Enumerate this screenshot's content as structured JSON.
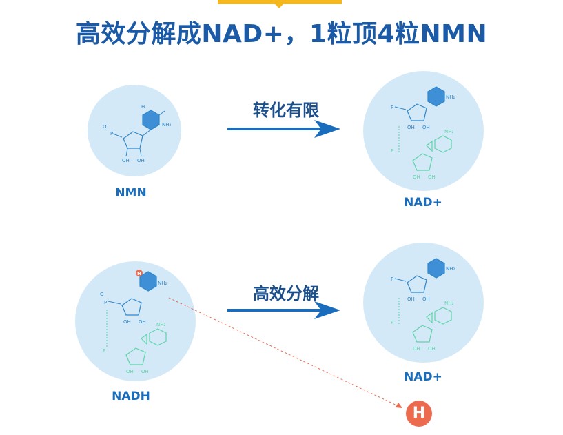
{
  "header": {
    "title": "高效分解成NAD+，1粒顶4粒NMN"
  },
  "molecules": {
    "nmn": {
      "caption": "NMN"
    },
    "nad_top": {
      "caption": "NAD+"
    },
    "nadh": {
      "caption": "NADH"
    },
    "nad_bottom": {
      "caption": "NAD+"
    }
  },
  "arrows": {
    "top_label": "转化有限",
    "bottom_label": "高效分解"
  },
  "hydrogen_badge": "H",
  "structure_labels": {
    "amide": "NH₂",
    "hydroxyl": "OH",
    "oxygen": "O",
    "phosphorus": "P",
    "hydrogen": "H"
  },
  "colors": {
    "title": "#1a5aa6",
    "caption": "#1a6dbc",
    "arrow": "#1a6dbc",
    "circle": "#d3e9f8",
    "molecule_blue": "#2f86c9",
    "molecule_green": "#5fd4a8",
    "hydrogen": "#ec6b4e",
    "accent_tab": "#f5b81c"
  }
}
